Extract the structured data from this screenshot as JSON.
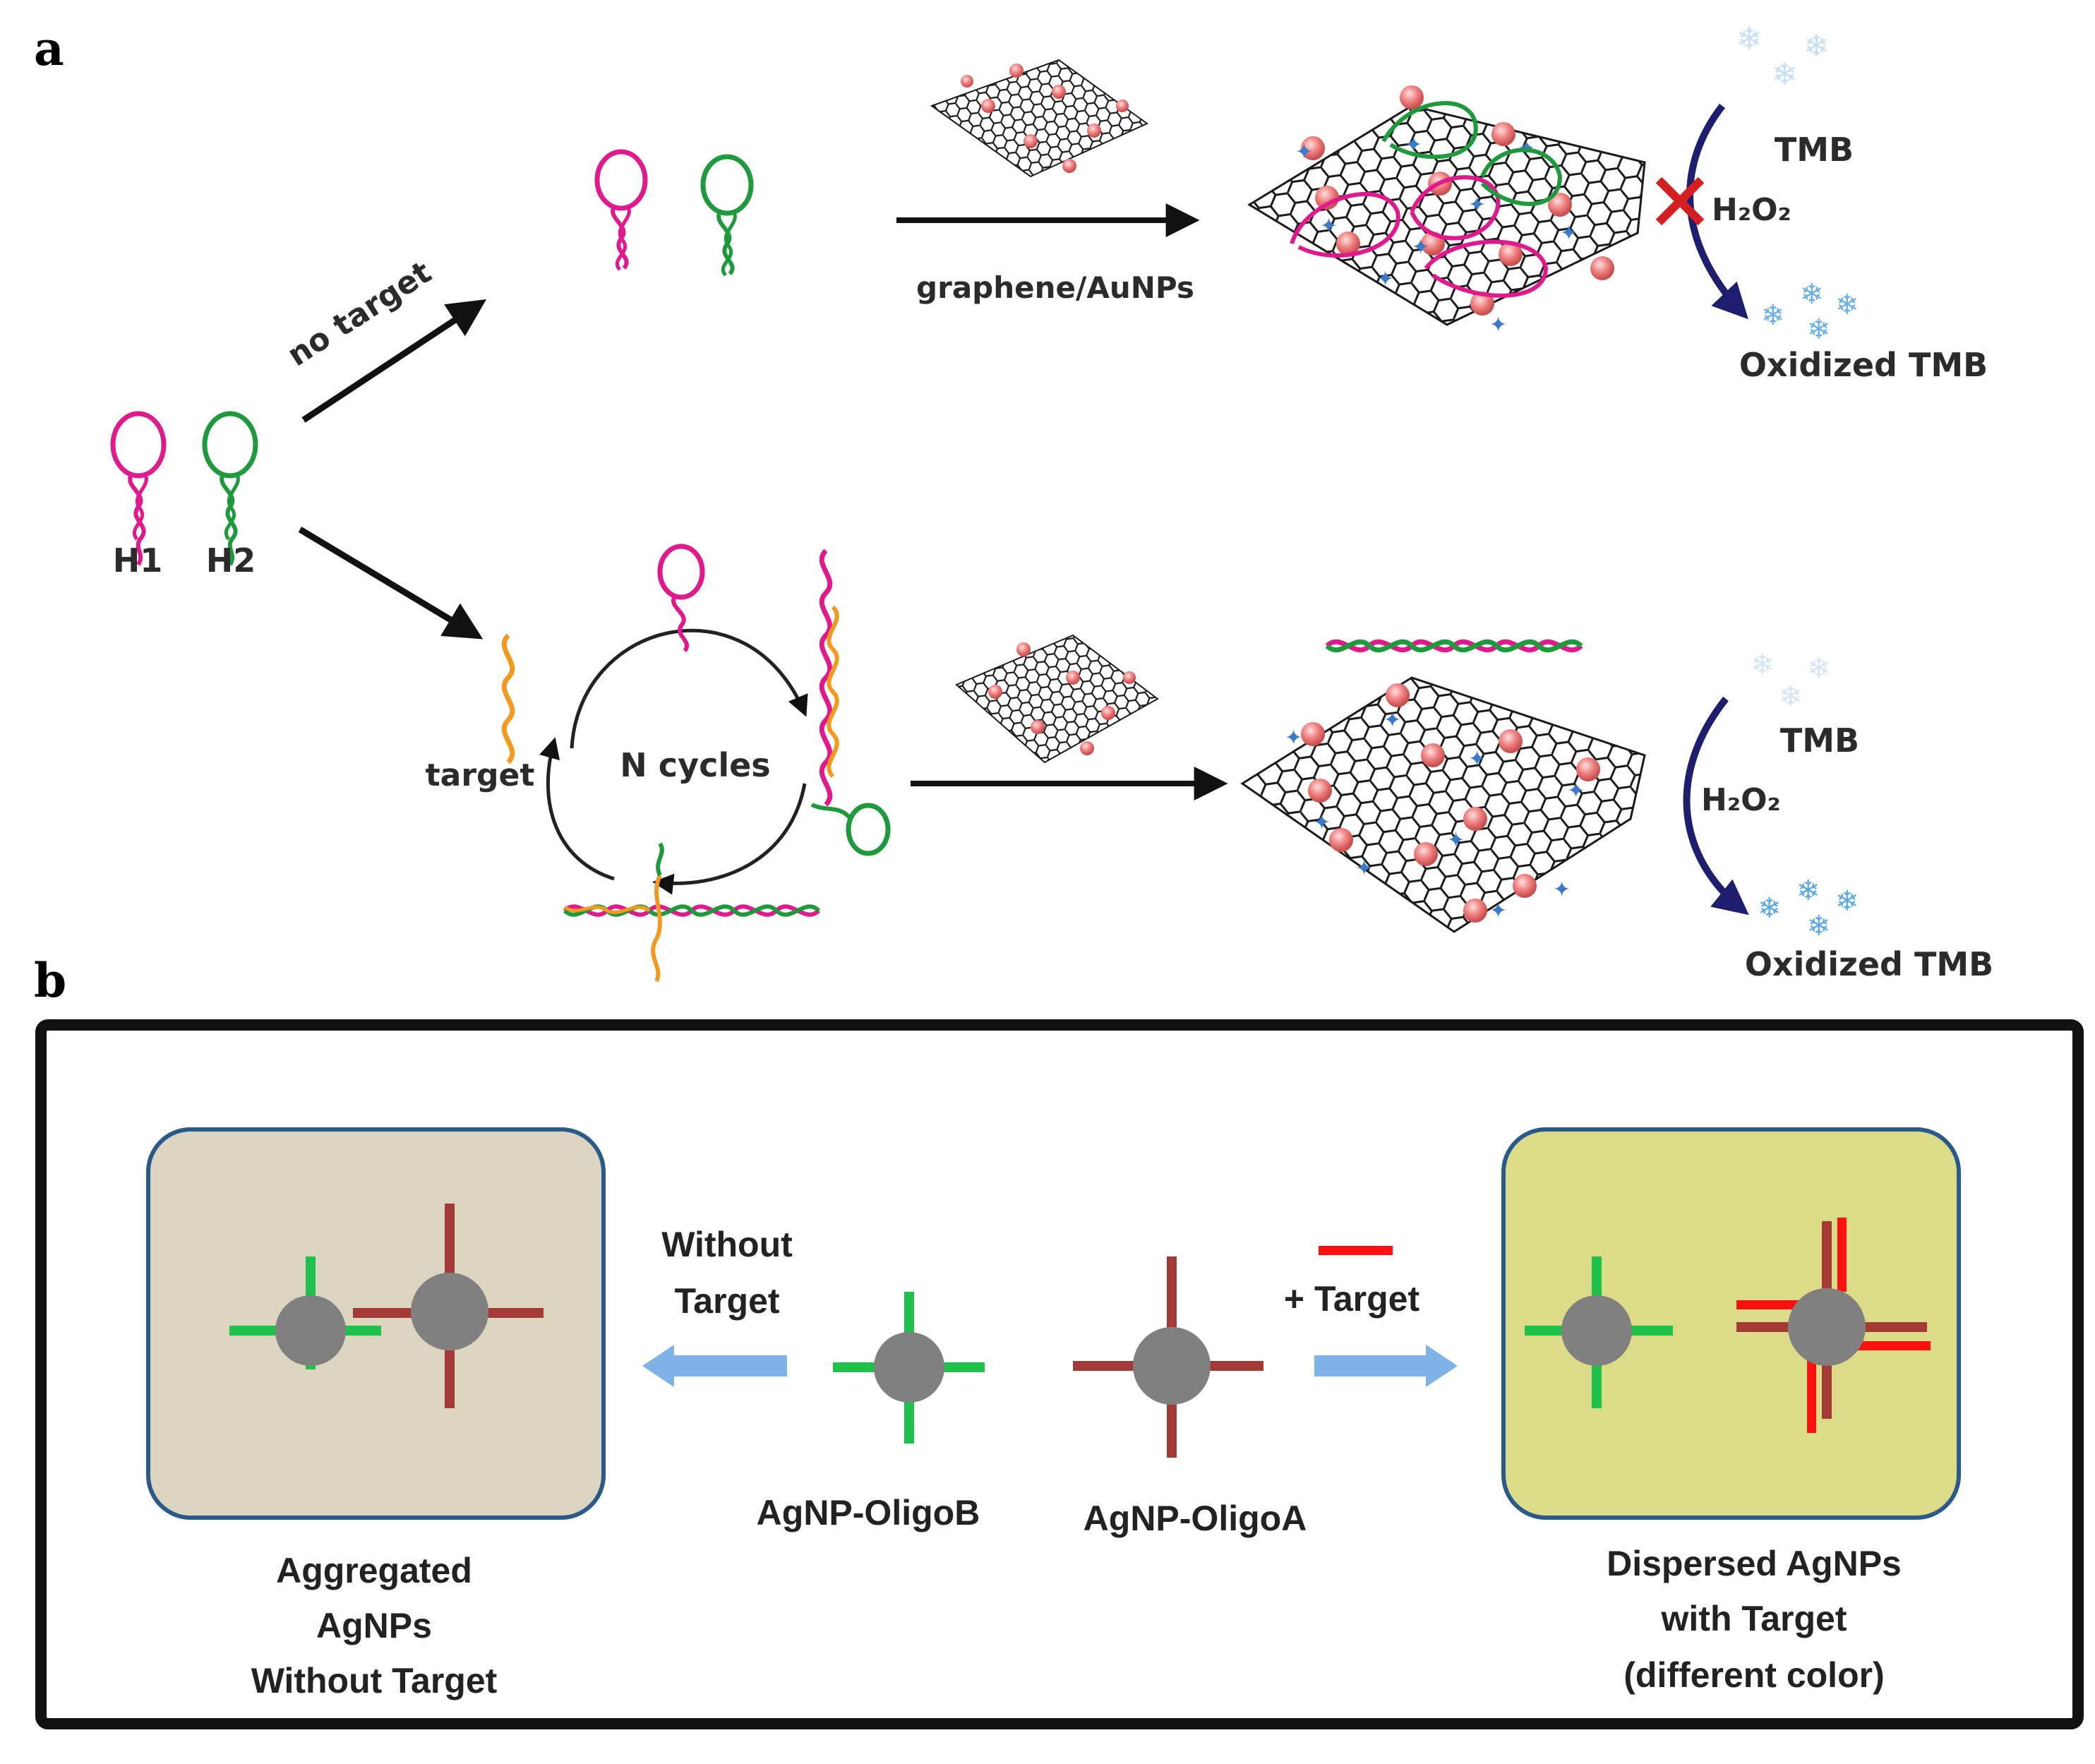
{
  "panel_a": {
    "label": "a",
    "h1": "H1",
    "h2": "H2",
    "no_target": "no target",
    "graphene_aunps": "graphene/AuNPs",
    "target": "target",
    "n_cycles": "N cycles",
    "top_tmb": "TMB",
    "top_h2o2": "H₂O₂",
    "top_oxidized": "Oxidized TMB",
    "bottom_tmb": "TMB",
    "bottom_h2o2": "H₂O₂",
    "bottom_oxidized": "Oxidized TMB"
  },
  "panel_b": {
    "label": "b",
    "without_target_arrow_line1": "Without",
    "without_target_arrow_line2": "Target",
    "plus_target": "+ Target",
    "agnp_oligob": "AgNP-OligoB",
    "agnp_oligoa": "AgNP-OligoA",
    "aggregated_line1": "Aggregated",
    "aggregated_line2": "AgNPs",
    "aggregated_line3": "Without Target",
    "dispersed_line1": "Dispersed AgNPs",
    "dispersed_line2": "with Target",
    "dispersed_line3": "(different color)"
  },
  "colors": {
    "magenta": "#e0198c",
    "green": "#1e9a3c",
    "orange": "#f39a1e",
    "dark_red": "#a33a36",
    "bright_red": "#ff1010",
    "oligo_green": "#1ec24a",
    "np_gray": "#808080",
    "aggregated_box": "#dcd6c0",
    "dispersed_box": "#dcdc88",
    "box_border": "#2a5a8a",
    "light_blue_arrow": "#7fb2e6",
    "navy_arrow": "#1e1e6e",
    "aunp": "#f08080"
  }
}
